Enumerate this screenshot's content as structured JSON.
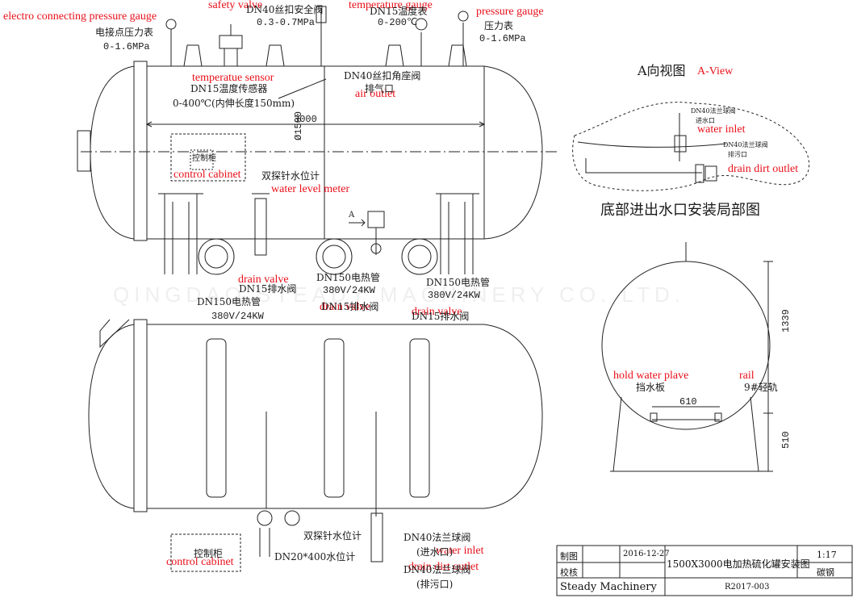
{
  "watermark": "QINGDAO STEADY MACHINERY CO.,LTD.",
  "labels_en": {
    "electro_pressure": "electro connecting pressure gauge",
    "safety_valve": "safety valve",
    "temp_gauge": "temperature gauge",
    "pressure_gauge": "pressure gauge",
    "temp_sensor": "temperatue sensor",
    "air_outlet": "air outlet",
    "control_cabinet_top": "control cabinet",
    "water_level_meter": "water level meter",
    "drain_valve_1": "drain valve",
    "drain_valve_2": "drain valve",
    "drain_valve_3": "drain valve",
    "a_view": "A-View",
    "water_inlet_a": "water inlet",
    "drain_dirt_outlet_a": "drain dirt outlet",
    "hold_water_plave": "hold water plave",
    "rail": "rail",
    "control_cabinet_bottom": "control cabinet",
    "water_inlet_b": "water inlet",
    "drain_dirt_outlet_b": "drain dirt outlet"
  },
  "labels_cn": {
    "electro_pressure_cn": "电接点压力表",
    "electro_pressure_range": "0-1.6MPa",
    "safety_valve_cn": "DN40丝扣安全阀",
    "safety_valve_range": "0.3-0.7MPa",
    "temp_gauge_cn": "DN15温度表",
    "temp_gauge_range": "0-200℃",
    "pressure_gauge_cn": "压力表",
    "pressure_gauge_range": "0-1.6MPa",
    "temp_sensor_cn": "DN15温度传感器",
    "temp_sensor_range": "0-400℃(内伸长度150mm)",
    "angle_valve_cn": "DN40丝扣角座阀",
    "exhaust_cn": "排气口",
    "length": "3000",
    "diameter": "Ø1500",
    "control_box_cn": "控制柜",
    "level_gauge_cn": "双探针水位计",
    "arrow_a": "A",
    "drain_valve_cn": "DN15排水阀",
    "heater_1": "DN150电热管",
    "heater_1_spec": "380V/24KW",
    "heater_2": "DN150电热管",
    "heater_2_spec": "380V/24KW",
    "heater_3": "DN150电热管",
    "heater_3_spec": "380V/24KW",
    "drain_valve_cn_2": "DN15排水阀",
    "drain_valve_cn_3": "DN15排水阀",
    "a_view_cn": "A向视图",
    "inlet_flange_cn": "DN40法兰球阀",
    "inlet_cn": "进水口",
    "outlet_flange_cn": "DN40法兰球阀",
    "outlet_cn": "排污口",
    "detail_title_cn": "底部进出水口安装局部图",
    "dim_1339": "1339",
    "dim_610": "610",
    "dim_510": "510",
    "baffle_cn": "挡水板",
    "rail_cn": "9#轻轨",
    "control_box_cn_2": "控制柜",
    "level_gauge_cn_2": "双探针水位计",
    "level_gauge_spec": "DN20*400水位计",
    "flange_valve_cn": "DN40法兰球阀",
    "inlet_cn_2": "(进水口)",
    "flange_valve_cn_2": "DN40法兰球阀",
    "outlet_cn_2": "(排污口)"
  },
  "title_block": {
    "drawn_label": "制图",
    "check_label": "校核",
    "date": "2016-12-27",
    "title": "1500X3000电加热硫化罐安装图",
    "scale": "1:17",
    "material": "碳钢",
    "company": "Steady Machinery",
    "drawing_no": "R2017-003"
  }
}
